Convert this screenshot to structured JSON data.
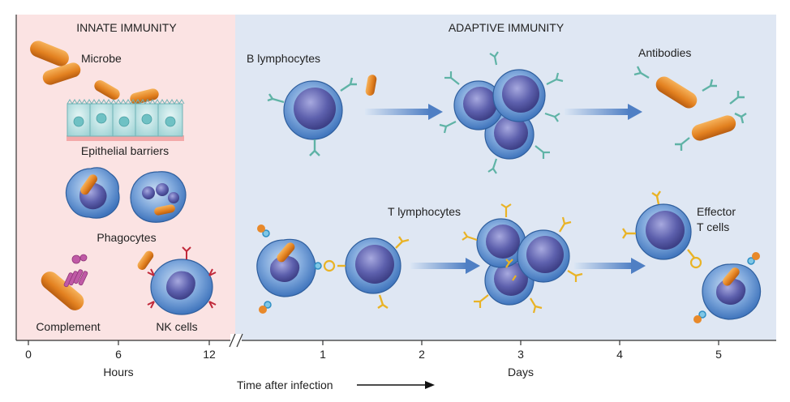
{
  "sections": {
    "innate": {
      "title": "INNATE IMMUNITY",
      "labels": {
        "microbe": "Microbe",
        "epithelial": "Epithelial barriers",
        "phagocytes": "Phagocytes",
        "complement": "Complement",
        "nk": "NK cells"
      }
    },
    "adaptive": {
      "title": "ADAPTIVE IMMUNITY",
      "labels": {
        "b_lymph": "B lymphocytes",
        "antibodies": "Antibodies",
        "t_lymph": "T lymphocytes",
        "effector_1": "Effector",
        "effector_2": "T cells"
      }
    }
  },
  "axis": {
    "hours_ticks": [
      "0",
      "6",
      "12"
    ],
    "days_ticks": [
      "1",
      "2",
      "3",
      "4",
      "5"
    ],
    "hours_label": "Hours",
    "days_label": "Days",
    "time_label": "Time after infection"
  },
  "colors": {
    "innate_bg": "#fbe3e3",
    "adaptive_bg": "#dfe7f3",
    "cell_blue": "#5b8fcf",
    "nucleus": "#5b5ea8",
    "microbe": "#e8892a",
    "antibody": "#5fb3a6",
    "receptor": "#e9b326",
    "arrow": "#5a86c8"
  }
}
